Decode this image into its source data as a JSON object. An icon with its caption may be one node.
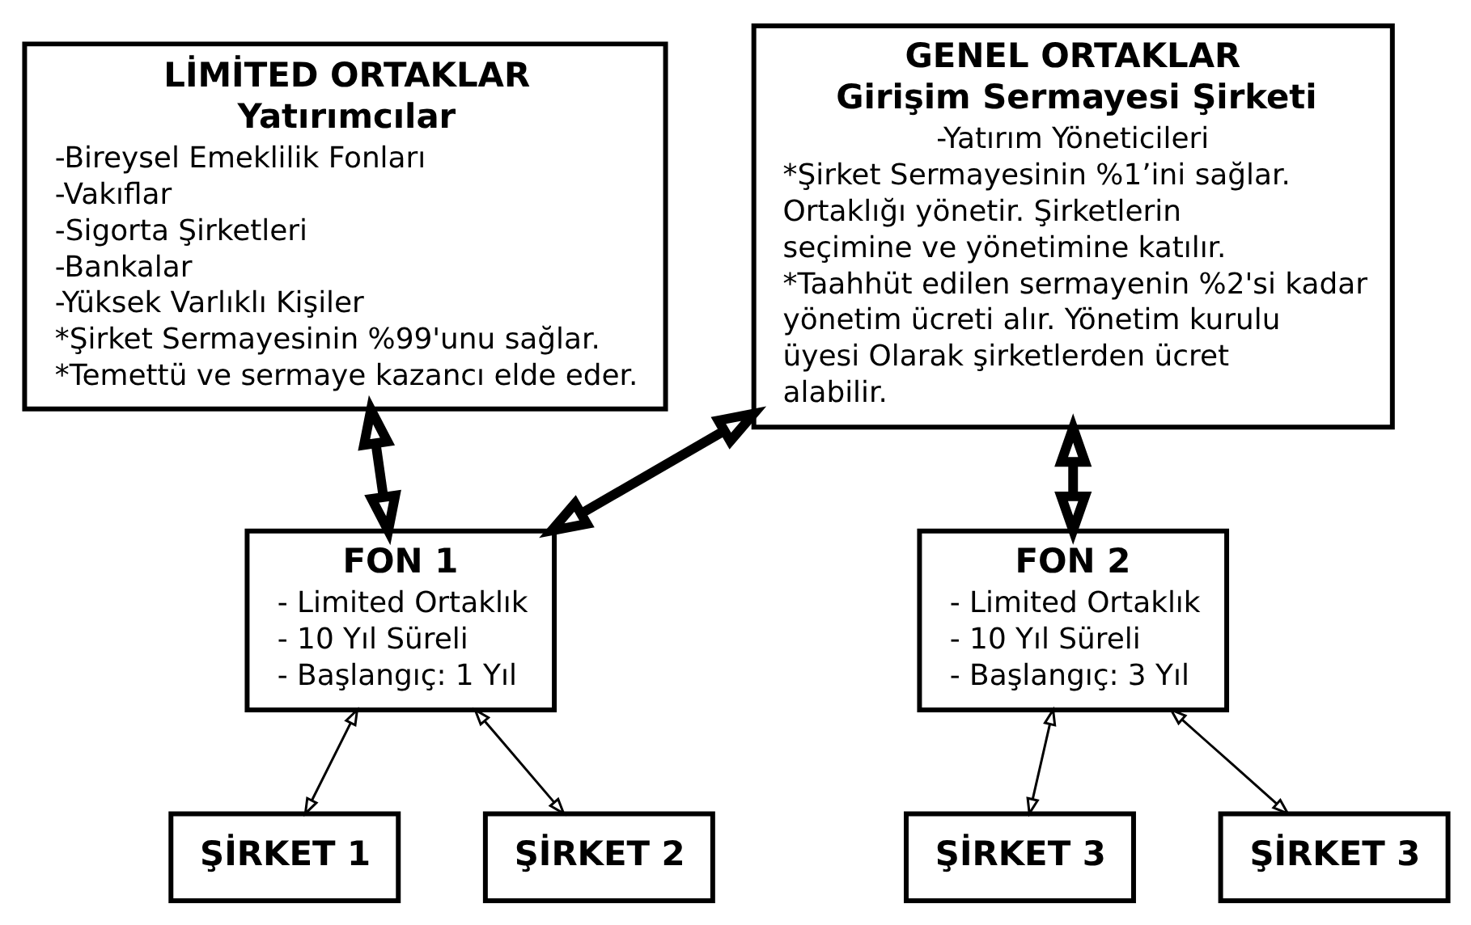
{
  "diagram": {
    "nodes": [
      {
        "text": [
          "LİMİTED ORTAKLAR",
          "Yatırımcılar",
          "-Bireysel Emeklilik Fonları",
          "-Vakıflar",
          "-Sigorta Şirketleri",
          "-Bankalar",
          "-Yüksek Varlıklı Kişiler",
          "*Şirket Sermayesinin %99'unu sağlar.",
          "*Temettü ve sermaye kazancı elde eder."
        ]
      },
      {
        "text": [
          "GENEL ORTAKLAR",
          "Girişim Sermayesi Şirketi",
          "-Yatırım Yöneticileri",
          "*Şirket Sermayesinin %1’ini sağlar. Ortaklığı yönetir. Şirketlerin seçimine ve yönetimine katılır.",
          "*Taahhüt edilen sermayenin %2'si kadar yönetim ücreti alır. Yönetim kurulu üyesi Olarak şirketlerden ücret alabilir."
        ]
      },
      {
        "text": [
          "FON 1",
          "- Limited Ortaklık",
          "- 10 Yıl Süreli",
          "- Başlangıç: 1 Yıl"
        ]
      },
      {
        "text": [
          "FON 2",
          "- Limited Ortaklık",
          "- 10 Yıl Süreli",
          "- Başlangıç: 3 Yıl"
        ]
      },
      {
        "text": [
          "ŞİRKET 1"
        ]
      },
      {
        "text": [
          "ŞİRKET 2"
        ]
      },
      {
        "text": [
          "ŞİRKET 3"
        ]
      },
      {
        "text": [
          "ŞİRKET 3"
        ]
      }
    ],
    "edges": [
      {
        "from": 0,
        "to": 2,
        "arrow": "both",
        "style": "thick"
      },
      {
        "from": 1,
        "to": 2,
        "arrow": "both",
        "style": "thick"
      },
      {
        "from": 1,
        "to": 3,
        "arrow": "both",
        "style": "thick"
      },
      {
        "from": 2,
        "to": 4,
        "arrow": "both"
      },
      {
        "from": 2,
        "to": 5,
        "arrow": "both"
      },
      {
        "from": 3,
        "to": 6,
        "arrow": "both"
      },
      {
        "from": 3,
        "to": 7,
        "arrow": "both"
      }
    ]
  }
}
